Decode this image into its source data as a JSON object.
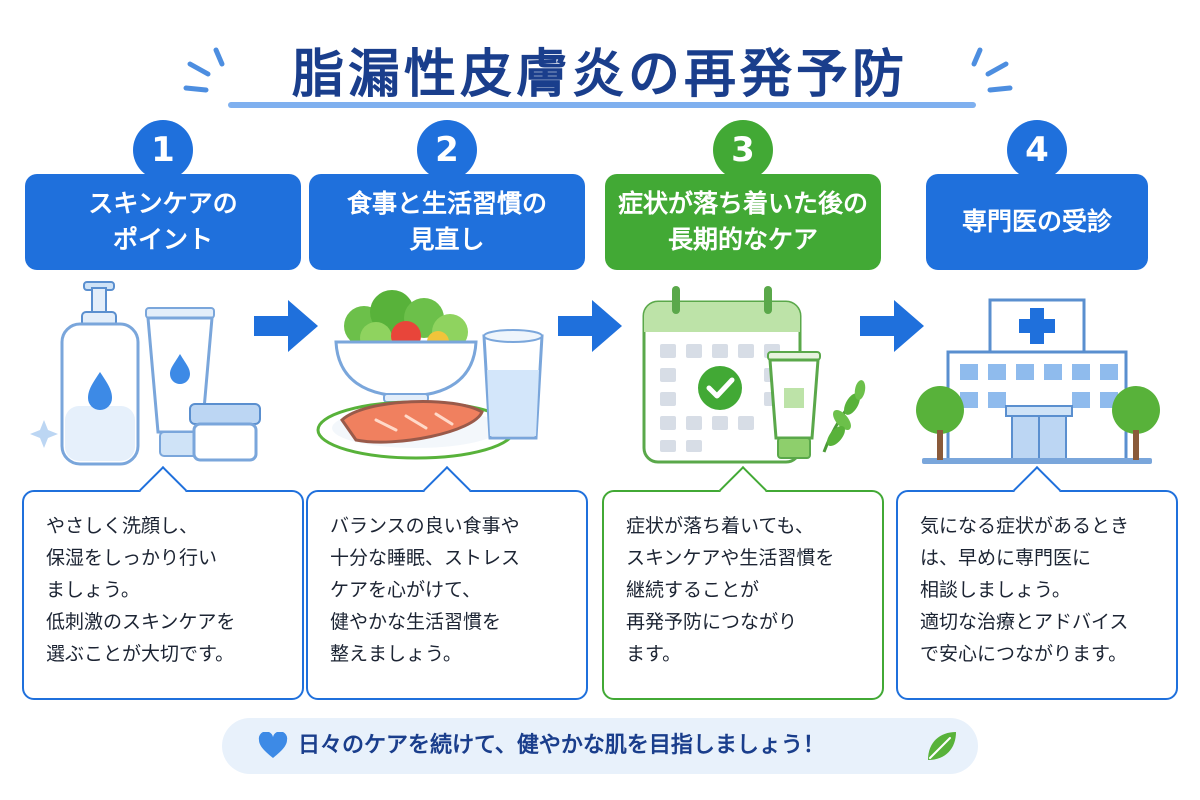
{
  "title": "脂漏性皮膚炎の再発予防",
  "steps": [
    {
      "number": "1",
      "heading": [
        "スキンケアの",
        "ポイント"
      ],
      "text": [
        "やさしく洗顔し、",
        "保湿をしっかり行い",
        "ましょう。",
        "低刺激のスキンケアを",
        "選ぶことが大切です。"
      ]
    },
    {
      "number": "2",
      "heading": [
        "食事と生活習慣の",
        "見直し"
      ],
      "text": [
        "バランスの良い食事や",
        "十分な睡眠、ストレス",
        "ケアを心がけて、",
        "健やかな生活習慣を",
        "整えましょう。"
      ]
    },
    {
      "number": "3",
      "heading": [
        "症状が落ち着いた後の",
        "長期的なケア"
      ],
      "text": [
        "症状が落ち着いても、",
        "スキンケアや生活習慣を",
        "継続することが",
        "再発予防につながり",
        "ます。"
      ]
    },
    {
      "number": "4",
      "heading": [
        "専門医の受診"
      ],
      "text": [
        "気になる症状があるとき",
        "は、早めに専門医に",
        "相談しましょう。",
        "適切な治療とアドバイス",
        "で安心につながります。"
      ]
    }
  ],
  "footer": "日々のケアを続けて、健やかな肌を目指しましょう！",
  "colors": {
    "blue": "#1f70dc",
    "green": "#42a935",
    "navy": "#1a3e8c"
  },
  "icons": [
    "sparkle-icon",
    "lotion-bottle-icon",
    "cream-tube-icon",
    "cream-jar-icon",
    "salad-bowl-icon",
    "salmon-plate-icon",
    "water-glass-icon",
    "calendar-check-icon",
    "leaf-icon",
    "hospital-icon",
    "arrow-right-icon",
    "heart-icon"
  ]
}
